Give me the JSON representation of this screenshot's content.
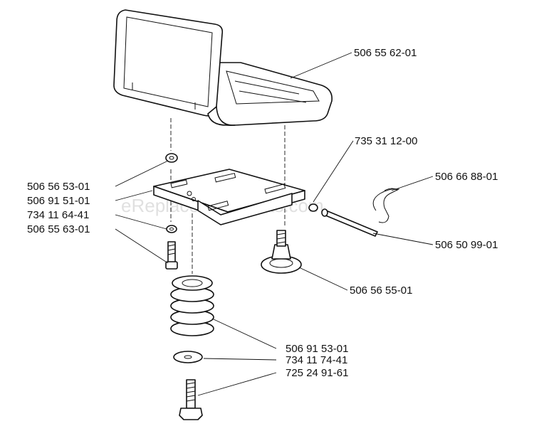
{
  "watermark": "eReplacementParts.com",
  "labels": {
    "seat": "506 55 62-01",
    "lockpin": "735 31 12-00",
    "rclip": "506 66 88-01",
    "washer_top": "506 56 53-01",
    "plate": "506 91 51-01",
    "nut": "734 11 64-41",
    "bolt_small": "506 55 63-01",
    "pin": "506 50 99-01",
    "knob": "506 56 55-01",
    "spring": "506 91 53-01",
    "washer_bottom": "734 11 74-41",
    "bolt_bottom": "725 24 91-61"
  }
}
